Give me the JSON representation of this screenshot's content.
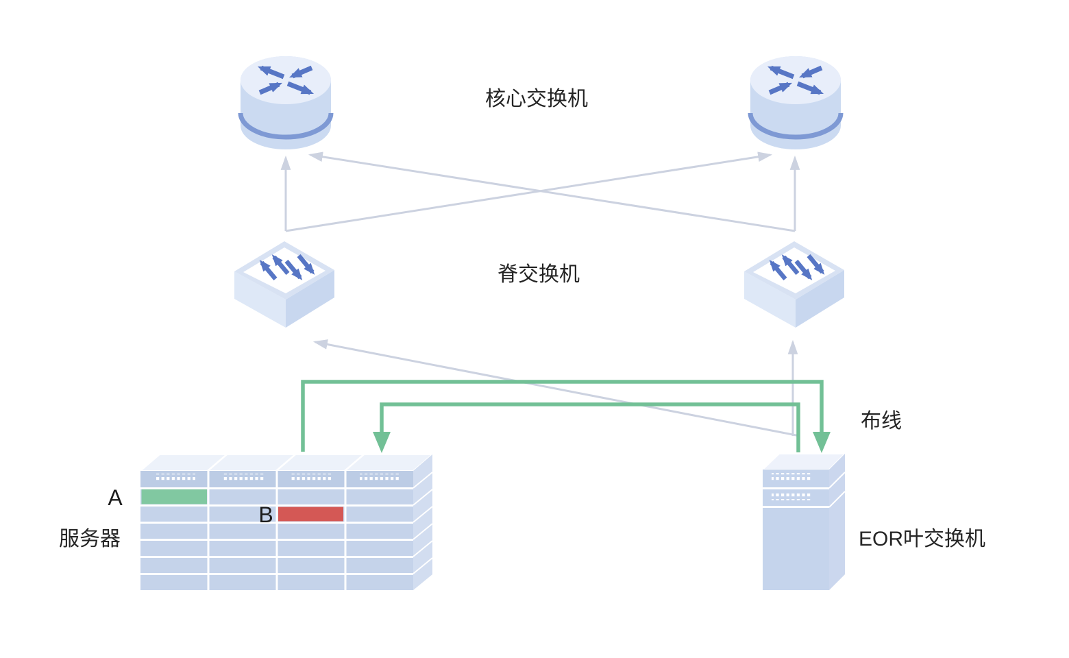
{
  "diagram": {
    "type": "network-topology",
    "labels": {
      "core_switch": "核心交换机",
      "spine_switch": "脊交换机",
      "cabling": "布线",
      "server": "服务器",
      "eor_leaf_switch": "EOR叶交换机",
      "marker_a": "A",
      "marker_b": "B"
    },
    "nodes": [
      {
        "id": "core-switch-left",
        "type": "core-switch",
        "icon": "router-icon"
      },
      {
        "id": "core-switch-right",
        "type": "core-switch",
        "icon": "router-icon"
      },
      {
        "id": "spine-switch-left",
        "type": "spine-switch",
        "icon": "switch-box-icon"
      },
      {
        "id": "spine-switch-right",
        "type": "spine-switch",
        "icon": "switch-box-icon"
      },
      {
        "id": "server-rack",
        "type": "server-rack",
        "columns": 4,
        "rows": 6,
        "icon": "rack-icon"
      },
      {
        "id": "eor-leaf-switch",
        "type": "eor-leaf-switch",
        "icon": "cabinet-icon"
      }
    ],
    "links": [
      {
        "from": "spine-switch-left",
        "to": "core-switch-left",
        "style": "gray-arrow"
      },
      {
        "from": "spine-switch-left",
        "to": "core-switch-right",
        "style": "gray-arrow"
      },
      {
        "from": "spine-switch-right",
        "to": "core-switch-right",
        "style": "gray-arrow"
      },
      {
        "from": "spine-switch-right",
        "to": "core-switch-left",
        "style": "gray-arrow"
      },
      {
        "from": "eor-leaf-switch",
        "to": "spine-switch-right",
        "style": "gray-arrow"
      },
      {
        "from": "eor-leaf-switch",
        "to": "spine-switch-left",
        "style": "gray-arrow"
      },
      {
        "from": "server-rack-column-3",
        "to": "eor-leaf-switch",
        "style": "green-cable"
      },
      {
        "from": "eor-leaf-switch",
        "to": "server-rack-column-4",
        "style": "green-cable"
      }
    ],
    "highlights": {
      "server_a_color": "#81c8a1",
      "server_b_color": "#d45855"
    },
    "colors": {
      "link_gray": "#ccd2e0",
      "cable_green": "#72c096",
      "icon_blue_arrow": "#5776c5",
      "cylinder_band": "#7e99d4",
      "node_fill_light": "#e8eefa",
      "node_fill_mid": "#c5d4ec",
      "text": "#252525"
    }
  }
}
